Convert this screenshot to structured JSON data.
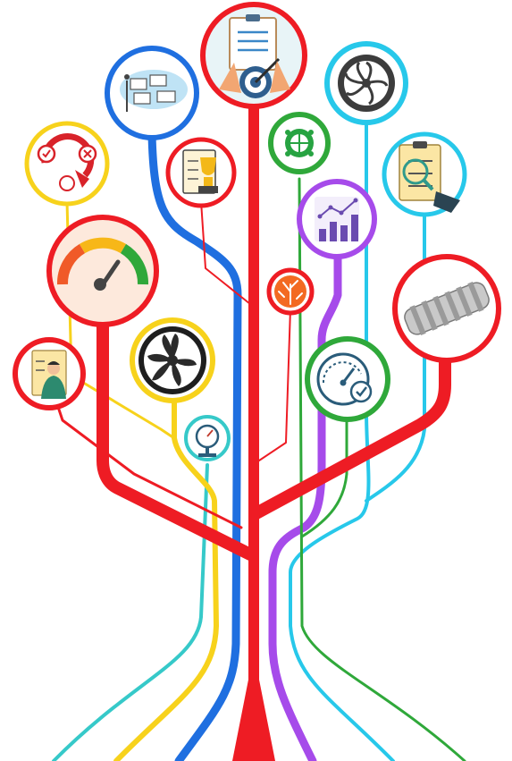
{
  "colors": {
    "red": "#ee1c24",
    "blue": "#1f6fe0",
    "yellow": "#f7d21c",
    "purple": "#a64bea",
    "cyan": "#27c8ea",
    "green": "#2fa83a",
    "teal": "#36c9c9",
    "background": "#ffffff"
  },
  "branches": [
    {
      "name": "trunk",
      "color": "red"
    },
    {
      "name": "blue-branch",
      "color": "blue"
    },
    {
      "name": "yellow-branch",
      "color": "yellow"
    },
    {
      "name": "purple-branch",
      "color": "purple"
    },
    {
      "name": "cyan-branch",
      "color": "cyan"
    },
    {
      "name": "green-branch",
      "color": "green"
    },
    {
      "name": "teal-branch",
      "color": "teal"
    }
  ],
  "nodes": [
    {
      "name": "target-checklist-icon",
      "ring": "red"
    },
    {
      "name": "cloud-dashboard-icon",
      "ring": "blue"
    },
    {
      "name": "turbine-fan-icon",
      "ring": "cyan"
    },
    {
      "name": "cycle-arrows-icon",
      "ring": "yellow"
    },
    {
      "name": "trophy-checklist-icon",
      "ring": "red"
    },
    {
      "name": "globe-network-icon",
      "ring": "green"
    },
    {
      "name": "clipboard-magnifier-icon",
      "ring": "cyan"
    },
    {
      "name": "growth-chart-icon",
      "ring": "purple"
    },
    {
      "name": "speedometer-gauge-icon",
      "ring": "red"
    },
    {
      "name": "coral-icon",
      "ring": "red"
    },
    {
      "name": "drill-bit-icon",
      "ring": "red"
    },
    {
      "name": "employee-profile-icon",
      "ring": "red"
    },
    {
      "name": "fan-blades-icon",
      "ring": "yellow"
    },
    {
      "name": "performance-gauge-check-icon",
      "ring": "green"
    },
    {
      "name": "pressure-gauge-icon",
      "ring": "teal"
    }
  ]
}
